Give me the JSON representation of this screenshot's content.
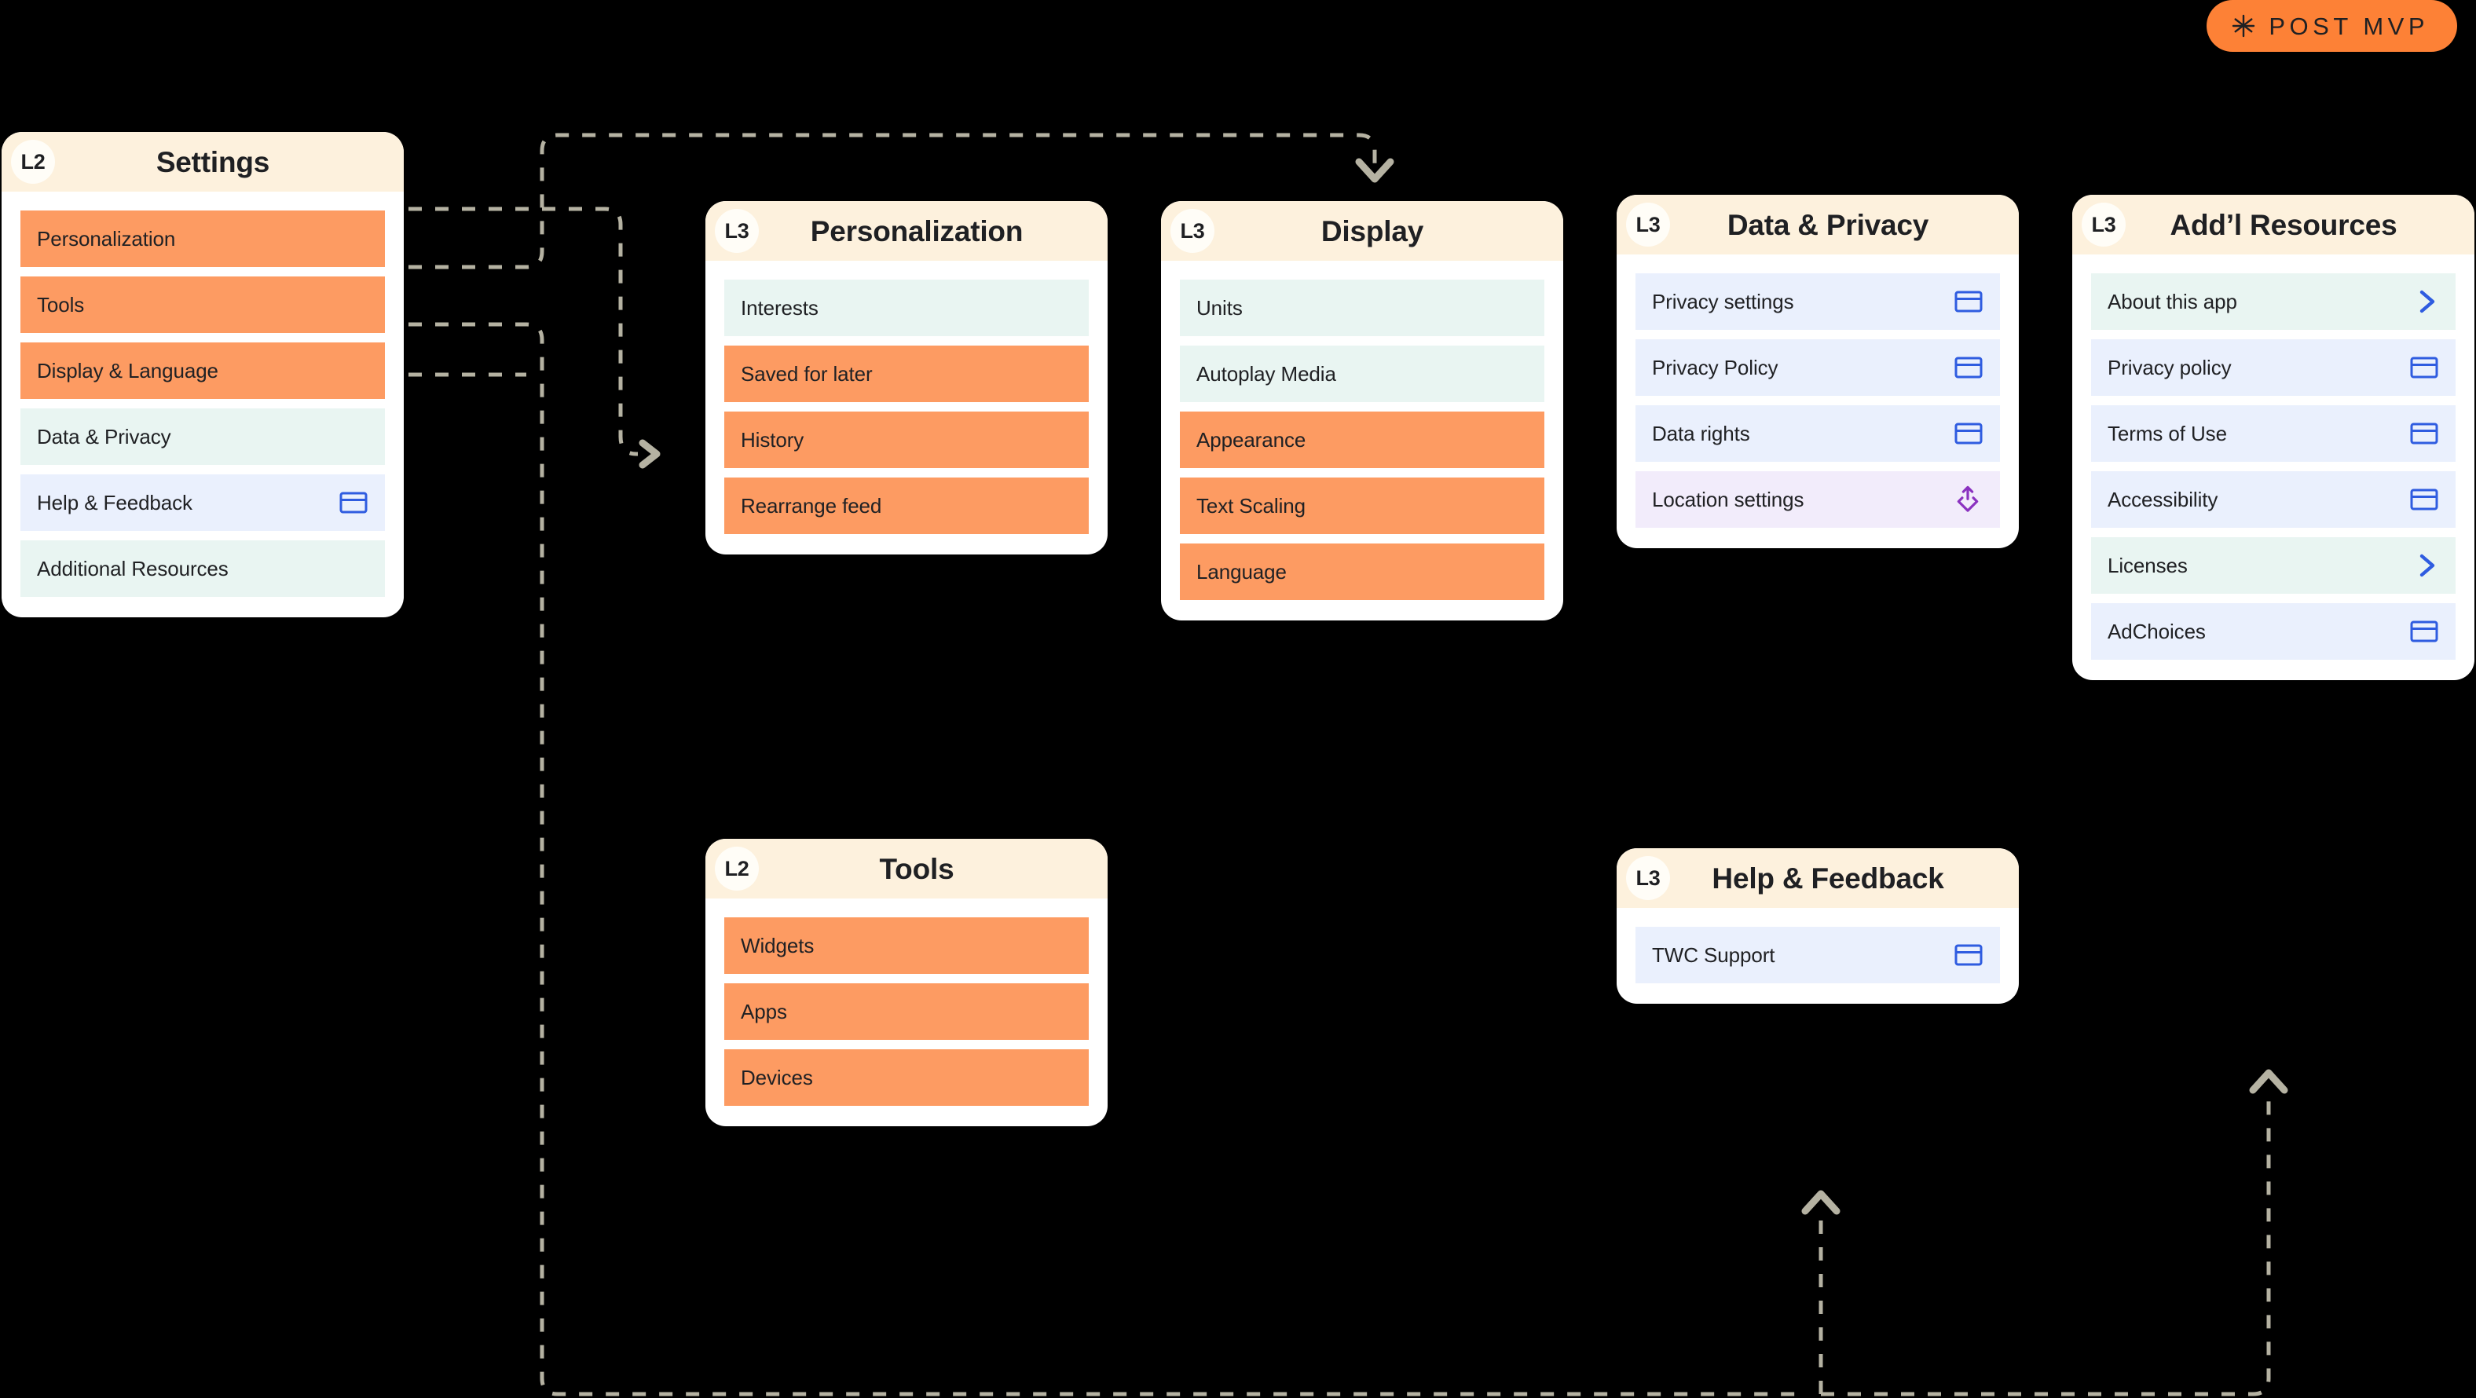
{
  "badge": {
    "label": "POST MVP",
    "icon": "asterisk-icon",
    "color": "#fd8136"
  },
  "colors": {
    "background": "#000000",
    "card": "#ffffff",
    "header": "#fdf1dd",
    "orange": "#fd9b62",
    "mint": "#e9f5f2",
    "blue": "#eaf0fd",
    "lilac": "#f2ecfb",
    "icon_blue": "#2f5ce0",
    "icon_purple": "#8b32c0",
    "connector": "#b5b2a2"
  },
  "cards": [
    {
      "id": "settings",
      "level": "L2",
      "title": "Settings",
      "rows": [
        {
          "label": "Personalization",
          "tone": "orange",
          "icon": null
        },
        {
          "label": "Tools",
          "tone": "orange",
          "icon": null
        },
        {
          "label": "Display & Language",
          "tone": "orange",
          "icon": null
        },
        {
          "label": "Data & Privacy",
          "tone": "mint",
          "icon": null
        },
        {
          "label": "Help & Feedback",
          "tone": "blue",
          "icon": "modal-icon"
        },
        {
          "label": "Additional Resources",
          "tone": "mint",
          "icon": null
        }
      ]
    },
    {
      "id": "personalization",
      "level": "L3",
      "title": "Personalization",
      "rows": [
        {
          "label": "Interests",
          "tone": "mint",
          "icon": null
        },
        {
          "label": "Saved for later",
          "tone": "orange",
          "icon": null
        },
        {
          "label": "History",
          "tone": "orange",
          "icon": null
        },
        {
          "label": "Rearrange feed",
          "tone": "orange",
          "icon": null
        }
      ]
    },
    {
      "id": "tools",
      "level": "L2",
      "title": "Tools",
      "rows": [
        {
          "label": "Widgets",
          "tone": "orange",
          "icon": null
        },
        {
          "label": "Apps",
          "tone": "orange",
          "icon": null
        },
        {
          "label": "Devices",
          "tone": "orange",
          "icon": null
        }
      ]
    },
    {
      "id": "display",
      "level": "L3",
      "title": "Display",
      "rows": [
        {
          "label": "Units",
          "tone": "mint",
          "icon": null
        },
        {
          "label": "Autoplay Media",
          "tone": "mint",
          "icon": null
        },
        {
          "label": "Appearance",
          "tone": "orange",
          "icon": null
        },
        {
          "label": "Text Scaling",
          "tone": "orange",
          "icon": null
        },
        {
          "label": "Language",
          "tone": "orange",
          "icon": null
        }
      ]
    },
    {
      "id": "dataprivacy",
      "level": "L3",
      "title": "Data & Privacy",
      "rows": [
        {
          "label": "Privacy settings",
          "tone": "blue",
          "icon": "modal-icon"
        },
        {
          "label": "Privacy Policy",
          "tone": "blue",
          "icon": "modal-icon"
        },
        {
          "label": "Data rights",
          "tone": "blue",
          "icon": "modal-icon"
        },
        {
          "label": "Location settings",
          "tone": "lilac",
          "icon": "external-link-icon"
        }
      ]
    },
    {
      "id": "helpfeedback",
      "level": "L3",
      "title": "Help & Feedback",
      "rows": [
        {
          "label": "TWC Support",
          "tone": "blue",
          "icon": "modal-icon"
        }
      ]
    },
    {
      "id": "resources",
      "level": "L3",
      "title": "Add’l Resources",
      "rows": [
        {
          "label": "About this app",
          "tone": "mint",
          "icon": "chevron-right-icon"
        },
        {
          "label": "Privacy policy",
          "tone": "blue",
          "icon": "modal-icon"
        },
        {
          "label": "Terms of Use",
          "tone": "blue",
          "icon": "modal-icon"
        },
        {
          "label": "Accessibility",
          "tone": "blue",
          "icon": "modal-icon"
        },
        {
          "label": "Licenses",
          "tone": "mint",
          "icon": "chevron-right-icon"
        },
        {
          "label": "AdChoices",
          "tone": "blue",
          "icon": "modal-icon"
        }
      ]
    }
  ],
  "connectors": {
    "source_dots": 5,
    "notes": "dashed links from Settings rows to L3 cards"
  }
}
